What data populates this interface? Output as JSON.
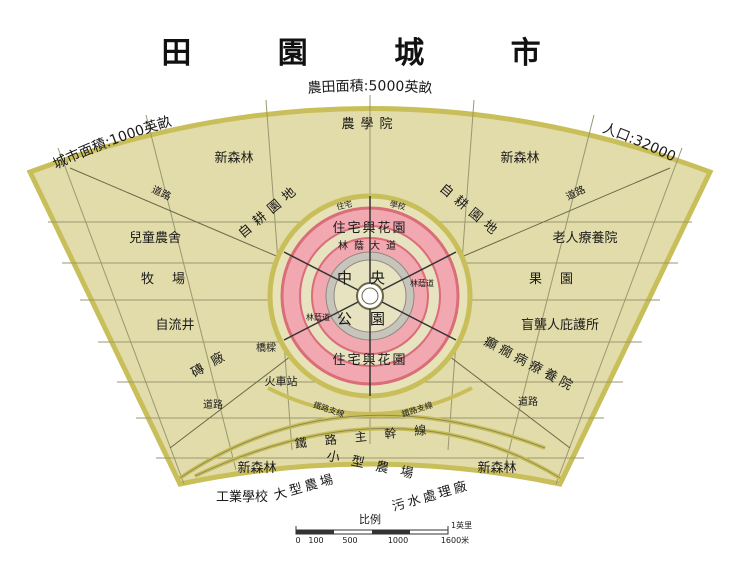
{
  "title": "田 園 城 市",
  "stats": {
    "farm_area": "農田面積:5000英畝",
    "city_area": "城市面積:1000英畝",
    "population": "人口:32000"
  },
  "zones": {
    "agri_college": "農學院",
    "new_forest_nw": "新森林",
    "new_forest_ne": "新森林",
    "allotments_l": "自耕園地",
    "allotments_r": "自耕園地",
    "children_farm": "兒童農舍",
    "pasture": "牧場",
    "artesian_well": "自流井",
    "brickworks": "磚廠",
    "convalescent": "老人療養院",
    "orchard": "果園",
    "blind_deaf": "盲聾人庇護所",
    "asylum": "癲癇病療養院",
    "new_forest_sw": "新森林",
    "new_forest_se": "新森林",
    "small_farms": "小型農場",
    "industrial_school": "工業學校",
    "large_farms": "大型農場",
    "sewage_farm": "污水處理廠",
    "railway_station": "火車站",
    "viaduct": "橋樑"
  },
  "city": {
    "center_top": "中央",
    "center_bottom": "公園",
    "houses_top": "住宅與花園",
    "houses_bottom": "住宅與花園",
    "avenue_top": "林蔭大道",
    "avenue_left": "林蔭道",
    "avenue_right": "林蔭道",
    "ring_top_left": "住宅",
    "ring_top_right": "學校"
  },
  "roads": {
    "road": "道路",
    "main_railway": "鐵路主幹線",
    "branch_left": "鐵路支線",
    "branch_right": "鐵路支線"
  },
  "scale": {
    "label": "比例",
    "ticks": [
      "0",
      "100",
      "500",
      "1000",
      "1600米"
    ],
    "mile": "1英里"
  },
  "colors": {
    "land": "#e2dcaa",
    "grid": "#9a9770",
    "border": "#c9bf5a",
    "ring_pink": "#f2a8b0",
    "ring_red": "#d96d78",
    "ring_gray": "#c7c4bb",
    "park": "#ffffff",
    "rail": "#c9bf5a"
  }
}
